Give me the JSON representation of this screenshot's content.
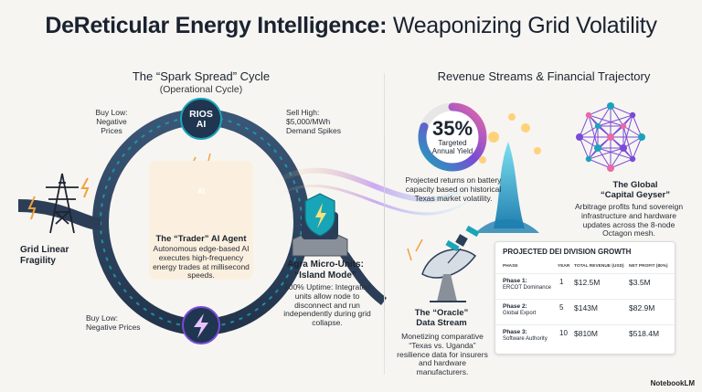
{
  "title": {
    "bold": "DeReticular Energy Intelligence:",
    "light": "Weaponizing Grid Volatility"
  },
  "left": {
    "heading": "The “Spark Spread” Cycle",
    "subheading": "(Operational Cycle)",
    "buy_low_top": "Buy Low:\nNegative\nPrices",
    "rios": "RIOS\nAI",
    "sell_high": "Sell High:\n$5,000/MWh\nDemand Spikes",
    "grid_label": "Grid Linear\nFragility",
    "agent_title": "The “Trader” AI Agent",
    "agent_desc": "Autonomous edge-based AI executes high-frequency energy trades at millisecond speeds.",
    "agra_title": "Agra Micro-Units:\n“Island Mode”",
    "agra_desc": "100% Uptime: Integrated units allow node to disconnect and run independently during grid collapse.",
    "buy_low_bottom": "Buy Low:\nNegative Prices",
    "ai_chip": "AI"
  },
  "right": {
    "heading": "Revenue Streams & Financial Trajectory",
    "yield_pct": "35%",
    "yield_label": "Targeted\nAnnual Yield",
    "yield_value": 0.35,
    "yield_desc": "Projected returns on battery capacity based on historical Texas market volatility.",
    "geyser_title": "The Global\n“Capital Geyser”",
    "geyser_desc": "Arbitrage profits fund sovereign infrastructure and hardware updates across the 8-node Octagon mesh.",
    "oracle_title": "The “Oracle”\nData Stream",
    "oracle_desc": "Monetizing comparative “Texas vs. Uganda” resilience data for insurers and hardware manufacturers."
  },
  "table": {
    "title": "PROJECTED DEI DIVISION GROWTH",
    "headers": [
      "PHASE",
      "YEAR",
      "TOTAL REVENUE (USD)",
      "NET PROFIT (80%)"
    ],
    "rows": [
      {
        "phase": "Phase 1:",
        "phase_sub": "ERCOT Dominance",
        "year": "1",
        "revenue": "$12.5M",
        "profit": "$3.5M",
        "revenue_m": 12.5,
        "profit_m": 3.5
      },
      {
        "phase": "Phase 2:",
        "phase_sub": "Global Export",
        "year": "5",
        "revenue": "$143M",
        "profit": "$82.9M",
        "revenue_m": 143,
        "profit_m": 82.9
      },
      {
        "phase": "Phase 3:",
        "phase_sub": "Software Authority",
        "year": "10",
        "revenue": "$810M",
        "profit": "$518.4M",
        "revenue_m": 810,
        "profit_m": 518.4
      }
    ]
  },
  "branding": "NotebookLM",
  "colors": {
    "accent_teal": "#19a5b8",
    "accent_purple": "#7a4bd6",
    "track": "#2c3e57",
    "orange": "#f2a23a",
    "pink": "#e86aa6"
  }
}
